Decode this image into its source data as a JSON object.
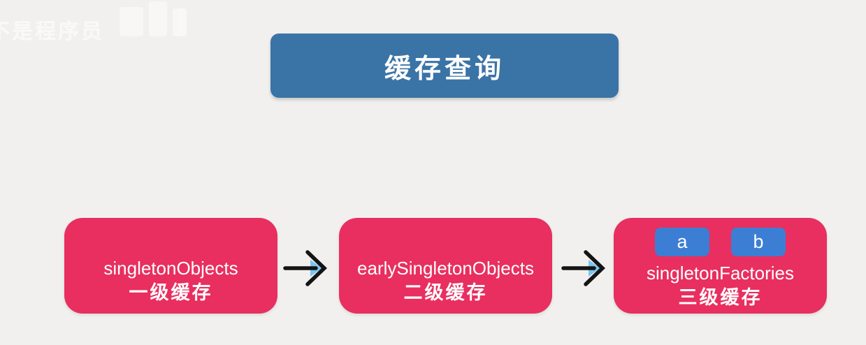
{
  "colors": {
    "background": "#f1f0ee",
    "title-bg": "#3a73a6",
    "node-bg": "#e82f5f",
    "child-bg": "#3c7ed4",
    "arrow-stroke": "#141414",
    "arrow-accent": "#7cc5f0",
    "text-light": "#ffffff"
  },
  "watermark": {
    "text": "不是程序员"
  },
  "title": {
    "label": "缓存查询"
  },
  "flow": {
    "nodes": [
      {
        "name": "singletonObjects",
        "level_label": "一级缓存"
      },
      {
        "name": "earlySingletonObjects",
        "level_label": "二级缓存"
      },
      {
        "name": "singletonFactories",
        "level_label": "三级缓存",
        "children": [
          {
            "label": "a"
          },
          {
            "label": "b"
          }
        ]
      }
    ],
    "arrows": [
      {
        "from": "singletonObjects",
        "to": "earlySingletonObjects"
      },
      {
        "from": "earlySingletonObjects",
        "to": "singletonFactories"
      }
    ]
  }
}
